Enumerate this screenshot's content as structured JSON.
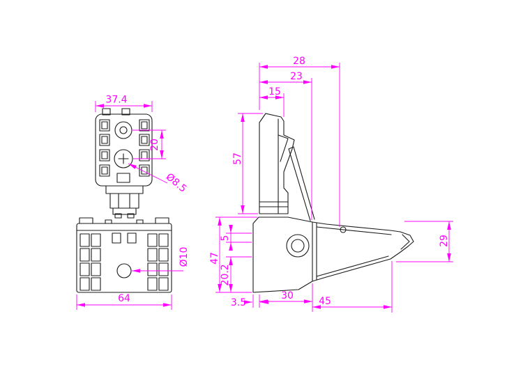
{
  "drawing": {
    "colors": {
      "part_line": "#1a1a1a",
      "dimension": "#ff00ff",
      "background": "#ffffff"
    },
    "front_view": {
      "width": "37.4",
      "hole_pitch": "20",
      "hole_diameter": "Ø8.5"
    },
    "bottom_view": {
      "width": "64",
      "hole_diameter": "Ø10"
    },
    "side_view": {
      "depth_overall": "28",
      "depth_hook": "23",
      "depth_body": "15",
      "clip_height": "57",
      "tip_height": "29",
      "step_top": "5",
      "base_height": "47",
      "step_bottom": "20.2",
      "base_offset": "3.5",
      "base_width": "30",
      "arm_length": "45"
    }
  }
}
